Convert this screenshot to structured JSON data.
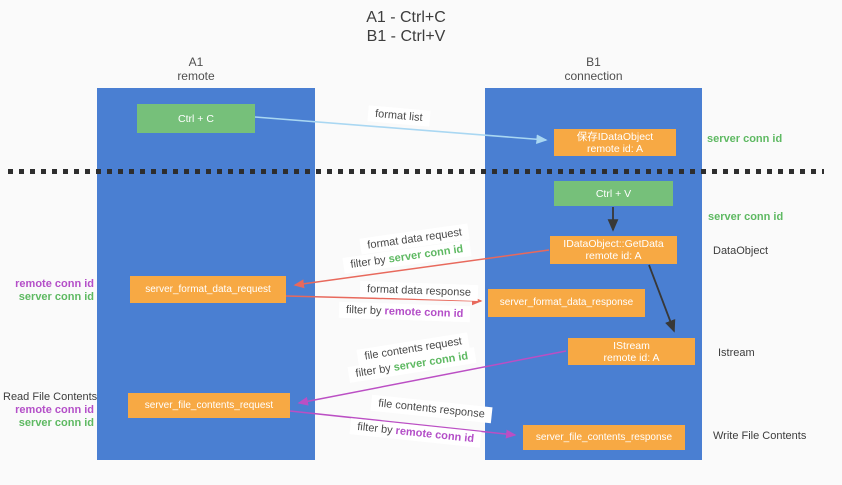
{
  "title": {
    "line1": "A1 - Ctrl+C",
    "line2": "B1 - Ctrl+V"
  },
  "lanes": {
    "a1": {
      "name": "A1",
      "subtitle": "remote"
    },
    "b1": {
      "name": "B1",
      "subtitle": "connection"
    }
  },
  "nodes": {
    "ctrl_c": {
      "label": "Ctrl + C"
    },
    "save_idataobject": {
      "line1": "保存IDataObject",
      "line2": "remote id: A"
    },
    "ctrl_v": {
      "label": "Ctrl + V"
    },
    "getdata": {
      "line1": "IDataObject::GetData",
      "line2": "remote id: A"
    },
    "format_request": {
      "label": "server_format_data_request"
    },
    "format_response": {
      "label": "server_format_data_response"
    },
    "istream": {
      "line1": "IStream",
      "line2": "remote id: A"
    },
    "file_request": {
      "label": "server_file_contents_request"
    },
    "file_response": {
      "label": "server_file_contents_response"
    }
  },
  "edge_labels": {
    "format_list": "format list",
    "format_data_request": "format data request",
    "format_data_response": "format data response",
    "file_contents_request": "file contents request",
    "file_contents_response": "file contents response",
    "filter_by": "filter by ",
    "server_conn_id": "server conn id",
    "remote_conn_id": "remote conn id"
  },
  "side_labels": {
    "server_conn_id_top": "server conn id",
    "server_conn_id_mid": "server conn id",
    "dataobject": "DataObject",
    "istream": "Istream",
    "write_file_contents": "Write File Contents",
    "read_file_contents": "Read File Contents",
    "remote_conn_id": "remote conn id",
    "server_conn_id": "server conn id"
  },
  "colors": {
    "lane_blue": "#4a7fd2",
    "node_green": "#76c07a",
    "node_orange": "#f7a944",
    "arrow_red": "#e8695c",
    "arrow_magenta": "#bb4fc4",
    "arrow_lightblue": "#a9d7f2",
    "arrow_black": "#383838",
    "text_green": "#5eb962",
    "text_purple": "#b44fc8",
    "background": "#fafafa"
  }
}
